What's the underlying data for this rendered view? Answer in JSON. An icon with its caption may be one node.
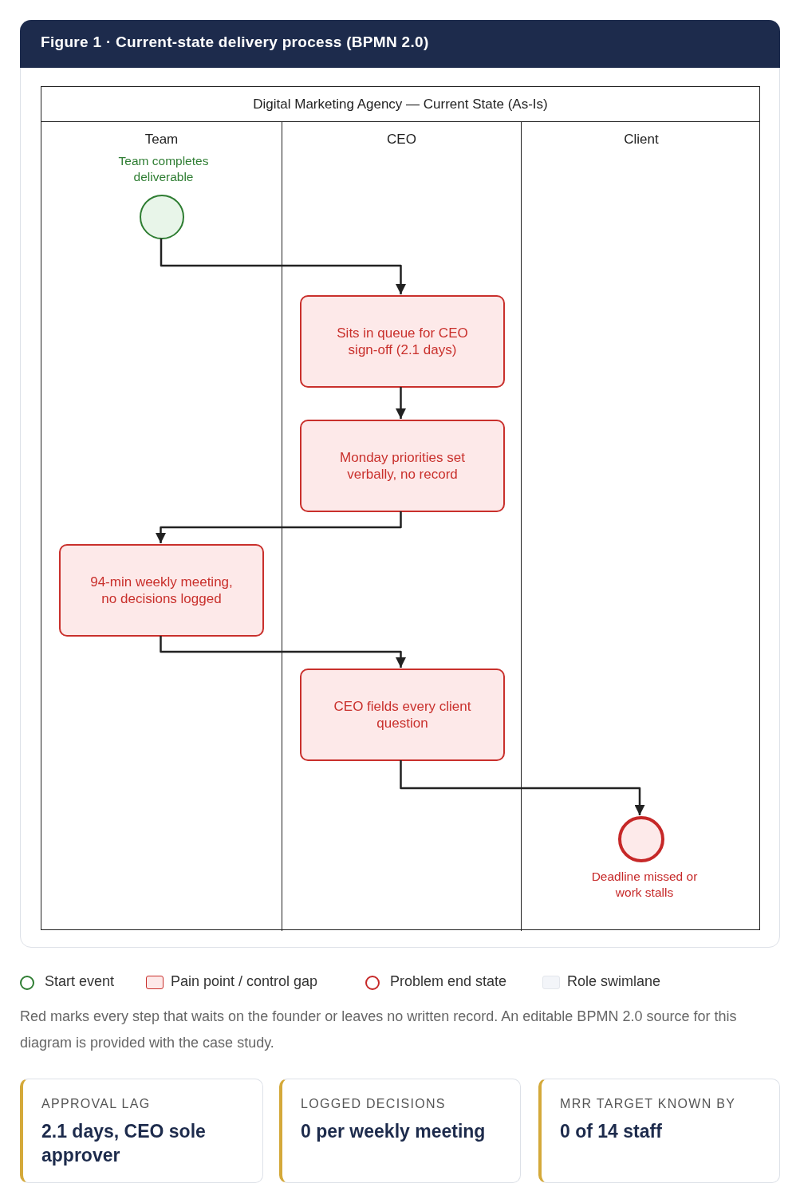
{
  "diagram": {
    "title": "Figure 1 · Current-state delivery process (BPMN 2.0)",
    "caption": "Red marks every step that waits on the founder or leaves no written record. An editable BPMN 2.0 source for this diagram is provided with the case study.",
    "nodes": [
      {
        "text": [
          "Digital Marketing Agency — Current State (As-Is)"
        ]
      },
      {
        "text": [
          "Team"
        ],
        "in": 0
      },
      {
        "text": [
          "CEO"
        ],
        "in": 0
      },
      {
        "text": [
          "Client"
        ],
        "in": 0
      },
      {
        "text": [],
        "shape": "circle",
        "beside": [
          "Team completes deliverable"
        ],
        "in": 1
      },
      {
        "text": [
          "Sits in queue for CEO sign-off (2.1 days)"
        ],
        "in": 2
      },
      {
        "text": [
          "Monday priorities set verbally, no record"
        ],
        "in": 2
      },
      {
        "text": [
          "94-min weekly meeting, no decisions logged"
        ],
        "in": 1
      },
      {
        "text": [
          "CEO fields every client question"
        ],
        "in": 2
      },
      {
        "text": [],
        "shape": "circle",
        "beside": [
          "Deadline missed or work stalls"
        ],
        "in": 3
      }
    ],
    "edges": [
      {
        "from": 4,
        "to": 5,
        "arrow": "to"
      },
      {
        "from": 5,
        "to": 6,
        "arrow": "to"
      },
      {
        "from": 6,
        "to": 7,
        "arrow": "to"
      },
      {
        "from": 7,
        "to": 8,
        "arrow": "to"
      },
      {
        "from": 8,
        "to": 9,
        "arrow": "to"
      }
    ],
    "labels": [
      "APPROVAL LAG",
      "2.1 days, CEO sole approver",
      "LOGGED DECISIONS",
      "0 per weekly meeting",
      "MRR TARGET KNOWN BY",
      "0 of 14 staff"
    ],
    "legend": [
      {
        "text": "Start event"
      },
      {
        "text": "Pain point / control gap"
      },
      {
        "text": "Problem end state"
      },
      {
        "text": "Role swimlane"
      }
    ]
  }
}
